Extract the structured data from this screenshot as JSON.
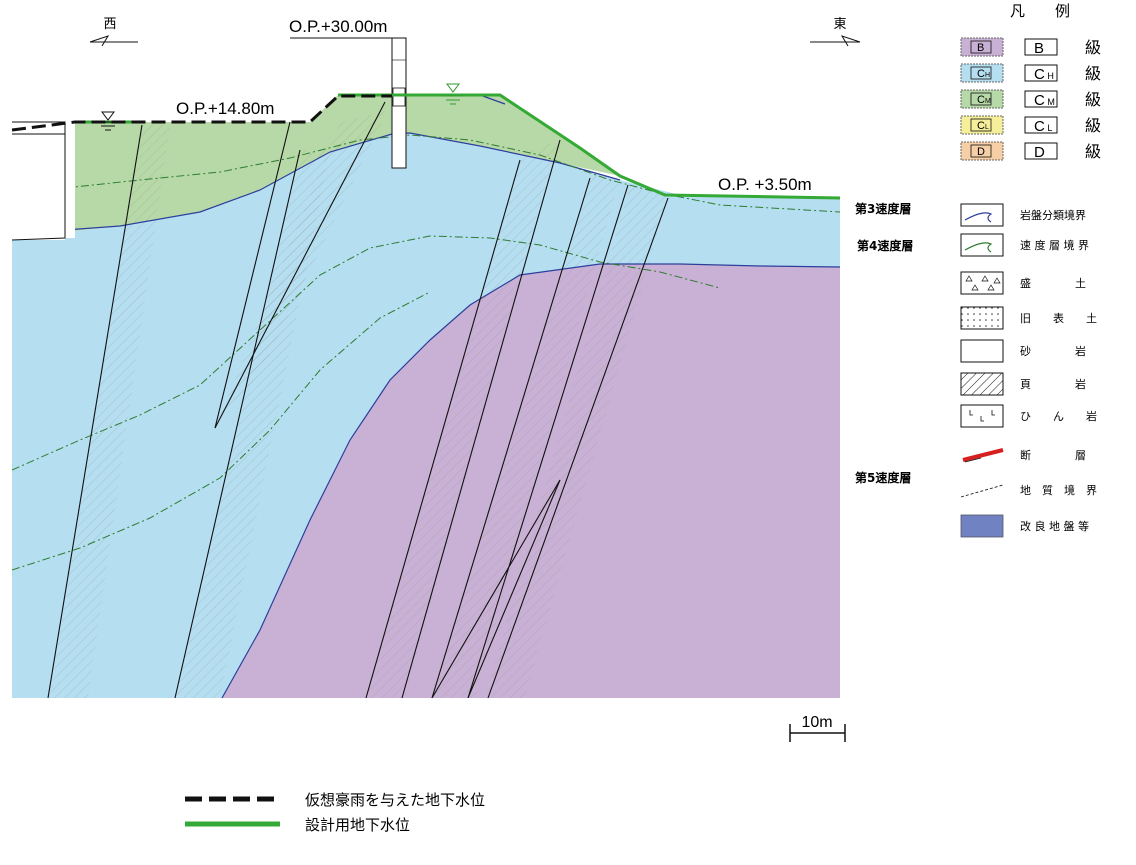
{
  "directions": {
    "west": "西",
    "east": "東"
  },
  "elevations": {
    "tower_top": "O.P.+30.00m",
    "left_crest": "O.P.+14.80m",
    "right_ground": "O.P. +3.50m"
  },
  "velocity_layers": {
    "layer3": "第3速度層",
    "layer4": "第4速度層",
    "layer5": "第5速度層"
  },
  "scale_bar": {
    "label": "10m"
  },
  "legend": {
    "title": "凡　　例",
    "rock_classes": [
      {
        "swatch": "B",
        "sub": "",
        "grade": "級",
        "color": "#c9b1d5"
      },
      {
        "swatch": "C",
        "sub": "H",
        "grade": "級",
        "color": "#b5def0"
      },
      {
        "swatch": "C",
        "sub": "M",
        "grade": "級",
        "color": "#b7d9a8"
      },
      {
        "swatch": "C",
        "sub": "L",
        "grade": "級",
        "color": "#f5ee9a"
      },
      {
        "swatch": "D",
        "sub": "",
        "grade": "級",
        "color": "#f7cfa6"
      }
    ],
    "symbols": [
      {
        "icon": "rock-boundary-icon",
        "label": "岩盤分類境界"
      },
      {
        "icon": "velocity-boundary-icon",
        "label": "速 度 層 境 界"
      },
      {
        "icon": "fill-icon",
        "label": "盛　　　　土"
      },
      {
        "icon": "old-topsoil-icon",
        "label": "旧　　表　　土"
      },
      {
        "icon": "sandstone-icon",
        "label": "砂　　　　岩"
      },
      {
        "icon": "shale-icon",
        "label": "頁　　　　岩"
      },
      {
        "icon": "hinge-rock-icon",
        "label": "ひ　　ん　　岩"
      },
      {
        "icon": "fault-icon",
        "label": "断　　　　層"
      },
      {
        "icon": "geologic-boundary-icon",
        "label": "地　質　境　界"
      },
      {
        "icon": "improved-ground-icon",
        "label": "改 良 地 盤 等"
      }
    ]
  },
  "water_levels": {
    "virtual_rain": "仮想豪雨を与えた地下水位",
    "design": "設計用地下水位"
  },
  "colors": {
    "ch": "#b5def0",
    "cm": "#b7d9a8",
    "b": "#c9b1d5",
    "cl": "#f5ee9a",
    "d": "#f7cfa6",
    "design_water": "#34a935",
    "rock_boundary": "#2d3f9c",
    "velocity_boundary": "#2f7c2f",
    "improved_ground": "#7182c2",
    "fault": "#d62020"
  }
}
